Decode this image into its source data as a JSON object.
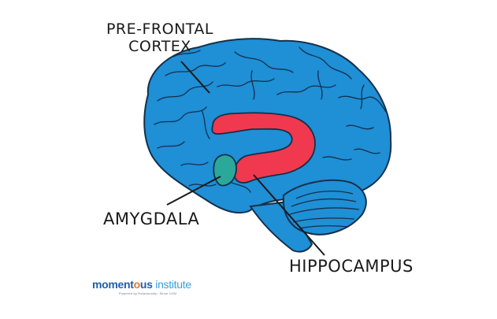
{
  "labels": {
    "prefrontal_line1": "PRE-FRONTAL",
    "prefrontal_line2": "CORTEX",
    "amygdala": "AMYGDALA",
    "hippocampus": "HIPPOCAMPUS"
  },
  "logo": {
    "part1": "moment",
    "part2": "o",
    "part3": "us",
    "part4": " institute",
    "tagline": "Powered by Relationship. Since 1932"
  },
  "colors": {
    "brain": "#1f8fd6",
    "outline": "#14304a",
    "hippocampus": "#f0384f",
    "amygdala": "#2aa99b",
    "background": "#ffffff"
  }
}
